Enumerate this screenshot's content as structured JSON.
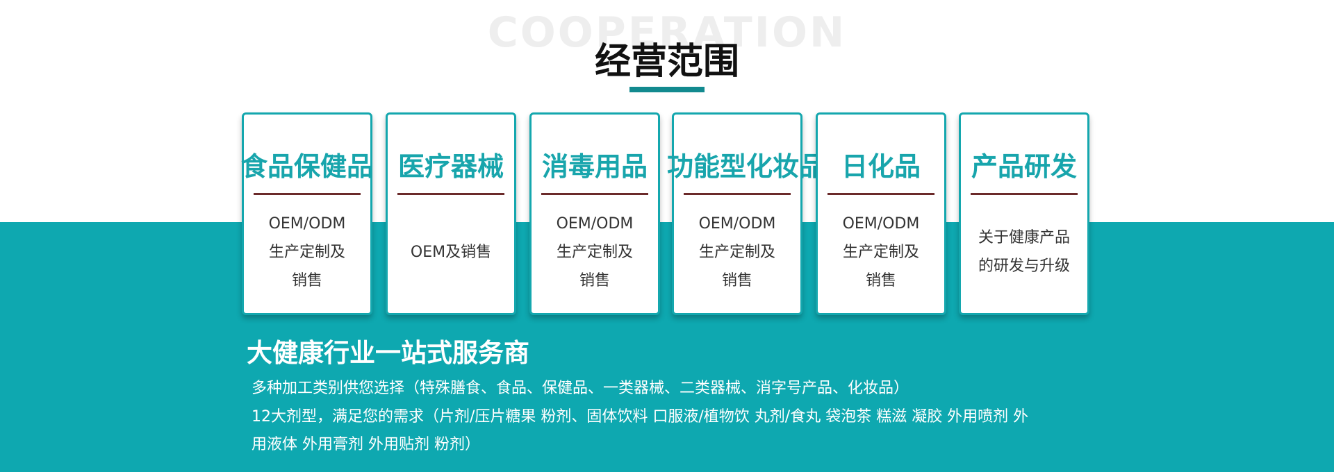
{
  "section": {
    "watermark": "COOPERATION",
    "title": "经营范围"
  },
  "cards": [
    {
      "title": "食品保健品",
      "lines": [
        "OEM/ODM",
        "生产定制及",
        "销售"
      ]
    },
    {
      "title": "医疗器械",
      "lines": [
        "OEM及销售"
      ]
    },
    {
      "title": "消毒用品",
      "lines": [
        "OEM/ODM",
        "生产定制及",
        "销售"
      ]
    },
    {
      "title": "功能型化妆品",
      "lines": [
        "OEM/ODM",
        "生产定制及",
        "销售"
      ]
    },
    {
      "title": "日化品",
      "lines": [
        "OEM/ODM",
        "生产定制及",
        "销售"
      ]
    },
    {
      "title": "产品研发",
      "lines": [
        "关于健康产品",
        "的研发与升级"
      ]
    }
  ],
  "info": {
    "heading": "大健康行业一站式服务商",
    "lines": [
      "多种加工类别供您选择（特殊膳食、食品、保健品、一类器械、二类器械、消字号产品、化妆品）",
      "12大剂型，满足您的需求（片剂/压片糖果  粉剂、固体饮料  口服液/植物饮 丸剂/食丸 袋泡茶 糕滋 凝胶 外用喷剂 外",
      "用液体 外用膏剂 外用贴剂 粉剂）"
    ]
  },
  "colors": {
    "accent": "#0ea8b0",
    "card_title": "#18a5ac",
    "divider": "#6b2a2a",
    "underline": "#128a8f"
  }
}
